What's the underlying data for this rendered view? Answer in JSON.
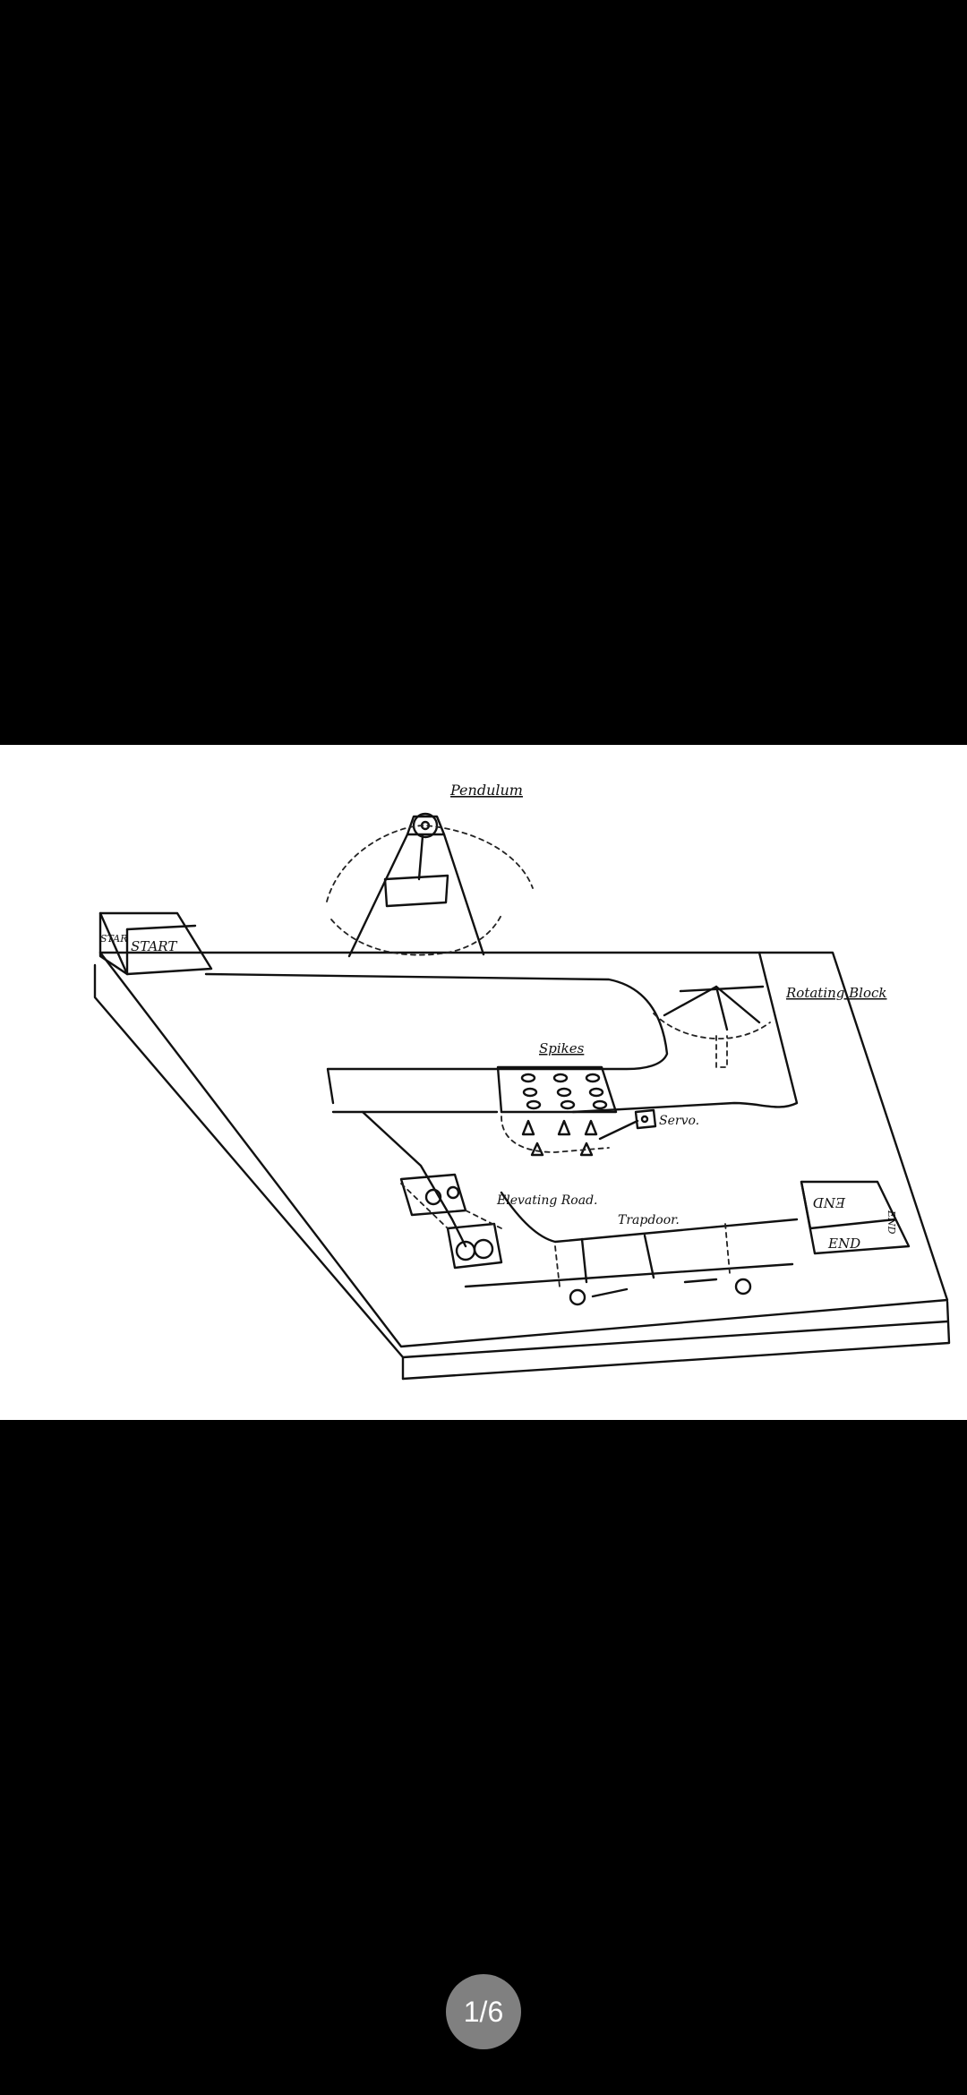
{
  "viewer": {
    "background": "#000000",
    "counter": "1/6"
  },
  "image": {
    "labels": {
      "pendulum": "Pendulum",
      "start_front": "START",
      "start_side": "STAR",
      "rotating_block": "Rotating Block",
      "spikes": "Spikes",
      "servo": "Servo.",
      "elevating_road": "Elevating Road.",
      "trapdoor": "Trapdoor.",
      "end_front": "END",
      "end_mirrored": "END",
      "end_side": "END"
    }
  }
}
